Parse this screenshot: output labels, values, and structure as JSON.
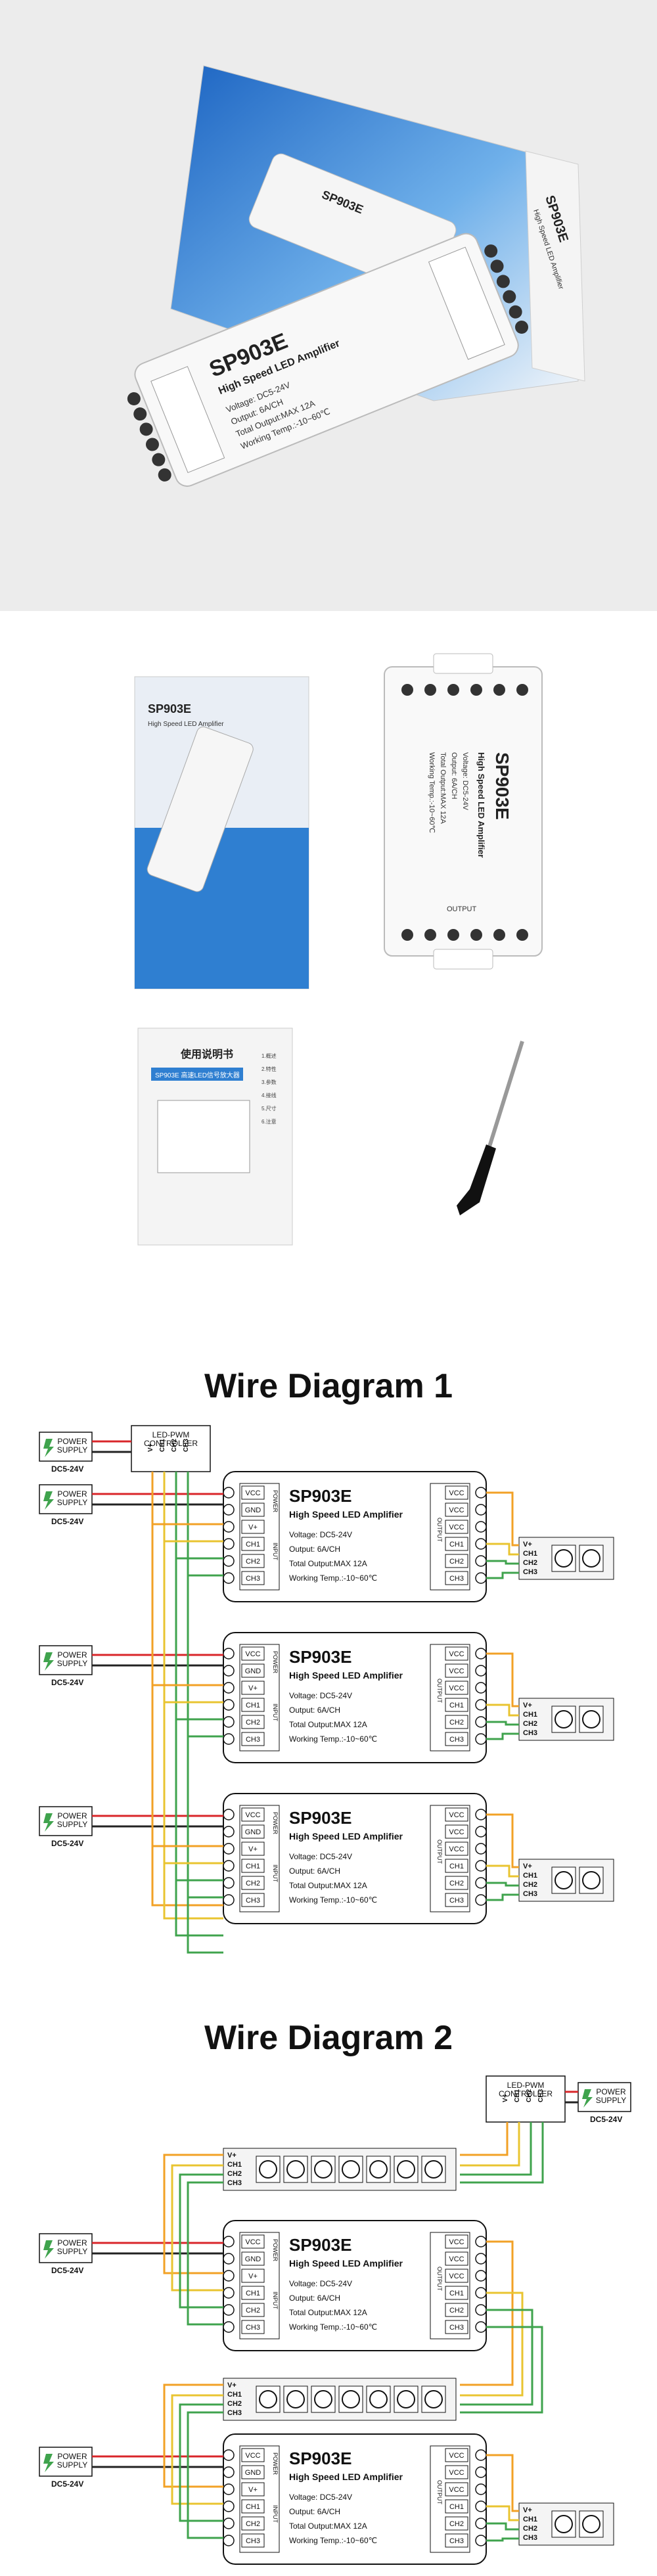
{
  "product": {
    "model": "SP903E",
    "subtitle": "High Speed LED Amplifier",
    "voltage": "Voltage: DC5-24V",
    "output": "Output: 6A/CH",
    "total_output": "Total Output:MAX 12A",
    "working_temp": "Working Temp.:-10~60℃",
    "power_label": "POWER",
    "input_label": "INPUT",
    "output_label": "OUTPUT",
    "terminals_left": [
      "VCC",
      "GND",
      "V+",
      "CH1",
      "CH2",
      "CH3"
    ],
    "terminals_right": [
      "VCC",
      "VCC",
      "VCC",
      "CH1",
      "CH2",
      "CH3"
    ]
  },
  "box": {
    "model": "SP903E",
    "subtitle": "High Speed LED Amplifier"
  },
  "manual": {
    "title": "使用说明书",
    "banner": "SP903E 高速LED信号放大器",
    "items": [
      "1.概述",
      "2.特性",
      "3.参数",
      "4.接线",
      "5.尺寸",
      "6.注意"
    ]
  },
  "diagram1": {
    "title": "Wire Diagram 1",
    "controller": "LED-PWM\nCONTROLLER",
    "controller_pins": [
      "V+",
      "CH1",
      "CH2",
      "CH3"
    ],
    "power_supply": "POWER\nSUPPLY",
    "dc": "DC5-24V",
    "strip_pins": [
      "V+",
      "CH1",
      "CH2",
      "CH3"
    ]
  },
  "diagram2": {
    "title": "Wire Diagram 2",
    "controller": "LED-PWM\nCONTROLLER",
    "controller_pins": [
      "V+",
      "CH1",
      "CH2",
      "CH3"
    ],
    "power_supply": "POWER\nSUPPLY",
    "dc": "DC5-24V",
    "strip_pins": [
      "V+",
      "CH1",
      "CH2",
      "CH3"
    ]
  },
  "colors": {
    "red": "#d9262a",
    "black": "#222222",
    "orange": "#f2a126",
    "yellow": "#e9c430",
    "green": "#3fa34d",
    "box_blue": "#2f7fd1"
  }
}
